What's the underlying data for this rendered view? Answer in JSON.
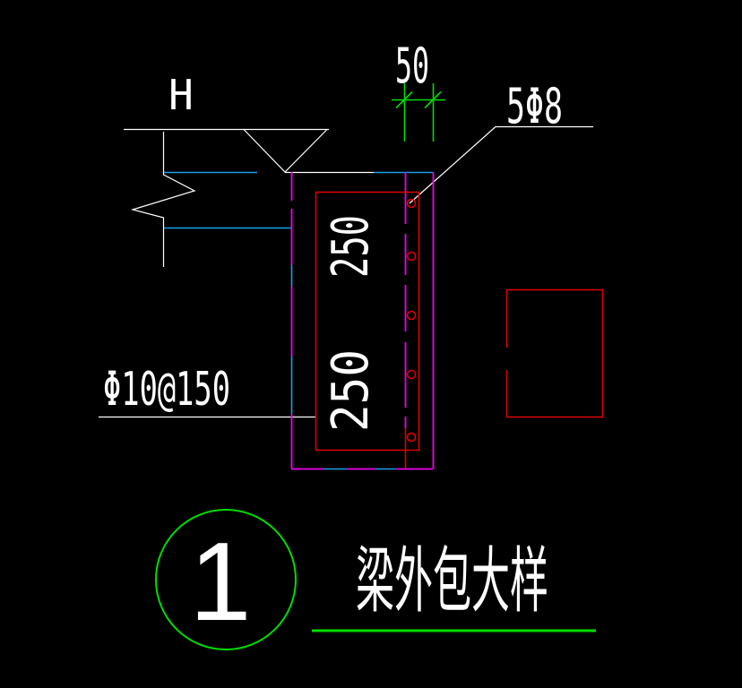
{
  "drawing": {
    "kind": "beam-cladding-detail",
    "texts": {
      "level_label": "H",
      "dim_top_cover": "50",
      "rebar_label": "5Φ8",
      "dim_upper": "250",
      "dim_lower": "250",
      "stirrup_label": "Φ10@150",
      "detail_number": "1",
      "detail_title": "梁外包大样"
    }
  },
  "colors": {
    "background": "#000000",
    "white": "#FFFFFF",
    "cyan": "#18A0E8",
    "magenta": "#EE00EE",
    "red": "#DD0000",
    "green": "#00DC00"
  }
}
